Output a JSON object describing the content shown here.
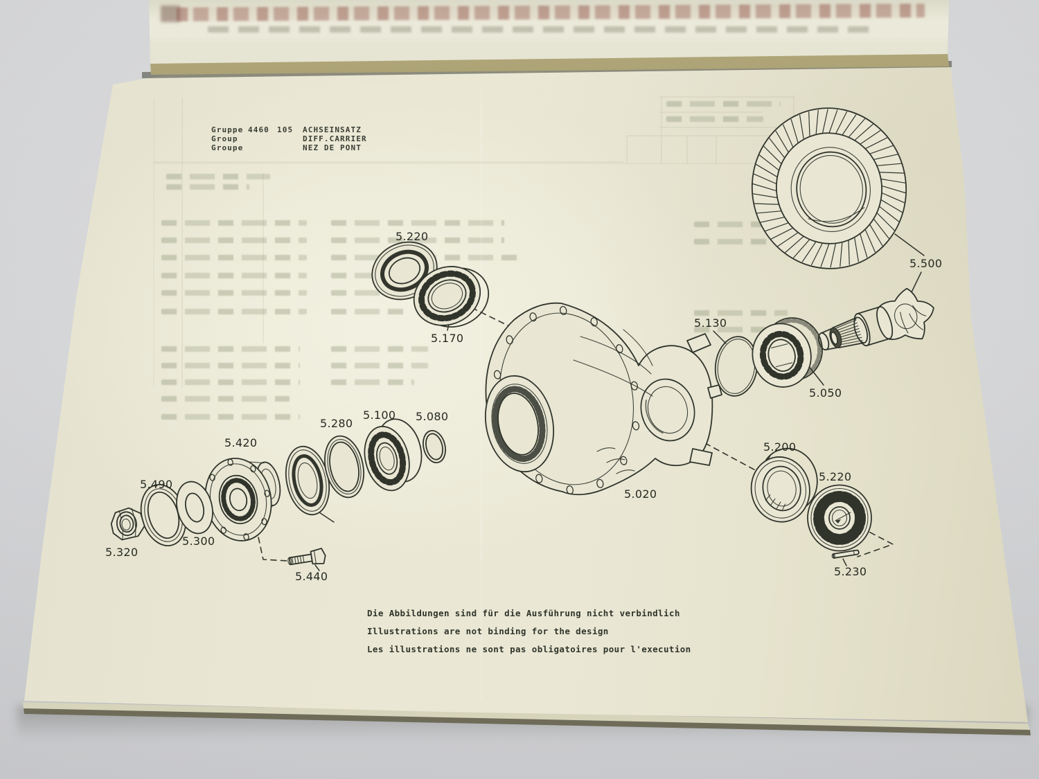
{
  "header": {
    "group_label_de": "Gruppe",
    "group_label_en": "Group",
    "group_label_fr": "Groupe",
    "group_number": "4460",
    "group_suffix": "105",
    "title_de": "ACHSEINSATZ",
    "title_en": "DIFF.CARRIER",
    "title_fr": "NEZ DE PONT"
  },
  "footer": {
    "note_de": "Die Abbildungen sind für die Ausführung nicht verbindlich",
    "note_en": "Illustrations are not binding for the design",
    "note_fr": "Les illustrations ne sont pas obligatoires pour l'execution"
  },
  "diagram": {
    "labels": [
      {
        "part": "shaft-seal-outer",
        "text": "5.220"
      },
      {
        "part": "pinion-bearing-front",
        "text": "5.170"
      },
      {
        "part": "crown-wheel-and-pinion",
        "text": "5.500"
      },
      {
        "part": "o-ring",
        "text": "5.130"
      },
      {
        "part": "pinion-bearing-rear",
        "text": "5.050"
      },
      {
        "part": "differential-carrier-housing",
        "text": "5.020"
      },
      {
        "part": "spacer-ring",
        "text": "5.280"
      },
      {
        "part": "taper-roller-bearing",
        "text": "5.100"
      },
      {
        "part": "shim-ring",
        "text": "5.080"
      },
      {
        "part": "drive-flange",
        "text": "5.420"
      },
      {
        "part": "clamp-collar",
        "text": "5.490"
      },
      {
        "part": "washer",
        "text": "5.300"
      },
      {
        "part": "hex-nut",
        "text": "5.320"
      },
      {
        "part": "flange-bolt",
        "text": "5.440"
      },
      {
        "part": "bearing-cup",
        "text": "5.200"
      },
      {
        "part": "thrust-bearing",
        "text": "5.220"
      },
      {
        "part": "roll-pin",
        "text": "5.230"
      }
    ]
  },
  "colors": {
    "paper": "#e8e6d2",
    "backdrop": "#d6d7d9",
    "ink": "#30342b",
    "gilt_edge": "#8f8a5e"
  }
}
